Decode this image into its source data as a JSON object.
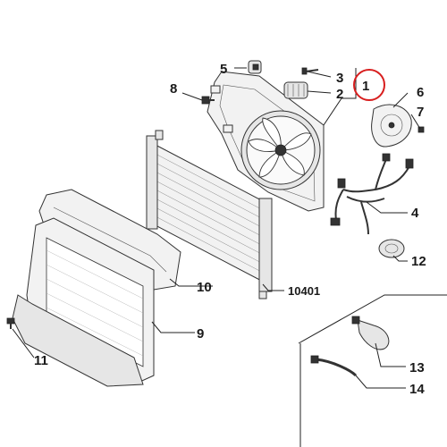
{
  "callouts": {
    "c1": "1",
    "c2": "2",
    "c3": "3",
    "c4": "4",
    "c5": "5",
    "c6": "6",
    "c7": "7",
    "c8": "8",
    "c9": "9",
    "c10": "10",
    "c11": "11",
    "c12": "12",
    "c13": "13",
    "c14": "14",
    "c10401": "10401"
  },
  "colors": {
    "highlight_circle": "#d81e1e",
    "ink": "#222222"
  }
}
